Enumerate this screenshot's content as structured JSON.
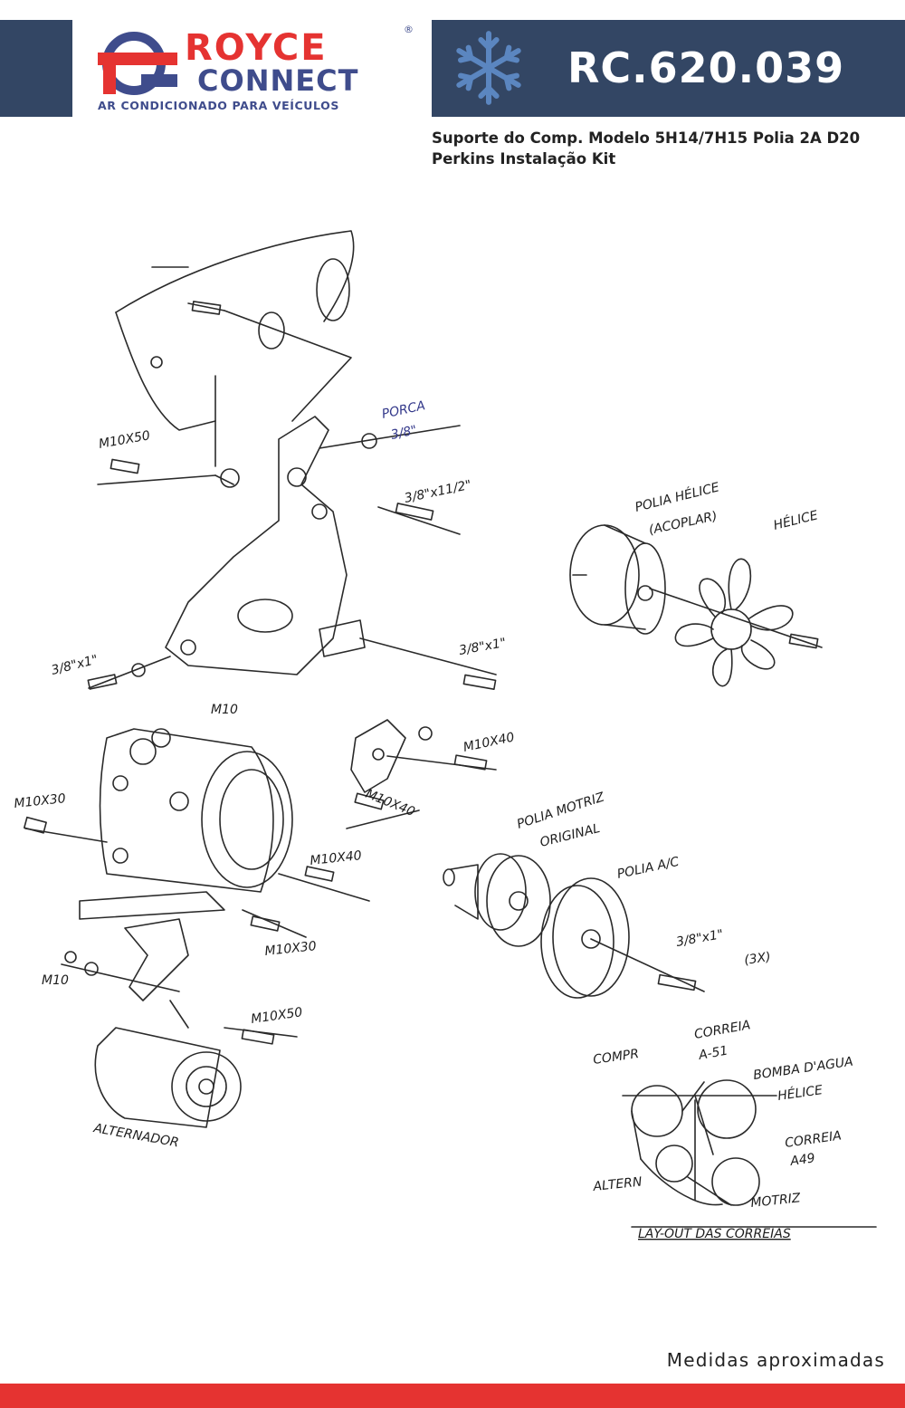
{
  "brand": {
    "name_top": "ROYCE",
    "name_bottom": "CONNECT",
    "registered": "®",
    "tagline": "AR CONDICIONADO PARA VEÍCULOS",
    "colors": {
      "navy": "#334664",
      "red": "#e53331",
      "logo_blue": "#3f4c8c"
    }
  },
  "header": {
    "code": "RC.620.039",
    "icon": "snowflake-icon",
    "description": "Suporte do Comp. Modelo 5H14/7H15 Polia 2A D20 Perkins Instalação Kit"
  },
  "diagram": {
    "labels": {
      "porca": "PORCA",
      "porca_size": "3/8\"",
      "m10x50_top": "M10X50",
      "bolt_38x1_12": "3/8\"x11/2\"",
      "polia_helice_1": "POLIA HÉLICE",
      "polia_helice_2": "(ACOPLAR)",
      "helice": "HÉLICE",
      "bolt_38x1_left": "3/8\"x1\"",
      "bolt_38x1_right": "3/8\"x1\"",
      "m10_small": "M10",
      "m10x40_a": "M10X40",
      "m10x40_b": "M10X40",
      "m10x40_c": "M10X40",
      "m10x30_left": "M10X30",
      "m10x30_bottom": "M10X30",
      "polia_motriz_1": "POLIA MOTRIZ",
      "polia_motriz_2": "ORIGINAL",
      "polia_ac": "POLIA A/C",
      "bolt_38x1_3x": "3/8\"x1\"",
      "qty_3x": "(3X)",
      "m10_bottom": "M10",
      "m10x50_bottom": "M10X50",
      "alternador": "ALTERNADOR",
      "compr": "COMPR",
      "correia_a51_1": "CORREIA",
      "correia_a51_2": "A-51",
      "bomba_dagua": "BOMBA D'AGUA",
      "helice_belt": "HÉLICE",
      "correia_a49_1": "CORREIA",
      "correia_a49_2": "A49",
      "altern": "ALTERN",
      "motriz": "MOTRIZ",
      "layout_title": "LAY-OUT DAS CORREIAS"
    }
  },
  "footer": {
    "note": "Medidas aproximadas"
  }
}
